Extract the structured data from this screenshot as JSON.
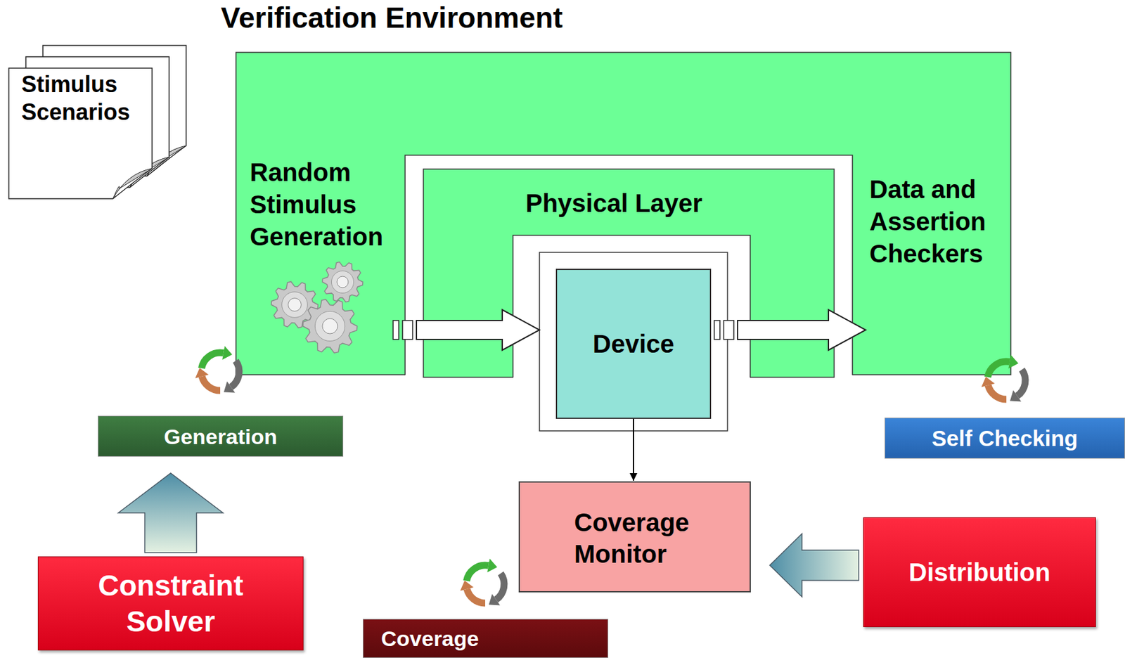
{
  "diagram": {
    "nodes": [
      {
        "text": [
          "Stimulus Scenarios"
        ]
      },
      {
        "text": [
          "Verification Environment",
          "Random Stimulus Generation",
          "Data and Assertion Checkers"
        ]
      },
      {
        "text": [
          "Physical Layer"
        ],
        "in": 1
      },
      {
        "text": [
          "Device"
        ],
        "in": 2
      },
      {
        "text": [
          "Generation"
        ]
      },
      {
        "text": [
          "Self Checking"
        ]
      },
      {
        "text": [
          "Coverage Monitor"
        ]
      },
      {
        "text": [
          "Constraint Solver"
        ]
      },
      {
        "text": [
          "Coverage"
        ]
      },
      {
        "text": [
          "Distribution"
        ]
      }
    ],
    "edges": [
      {
        "from": 1,
        "to": 3,
        "arrow": "to"
      },
      {
        "from": 3,
        "to": 1,
        "arrow": "to"
      },
      {
        "from": 3,
        "to": 6,
        "arrow": "to"
      },
      {
        "from": 7,
        "to": 4,
        "arrow": "to"
      },
      {
        "from": 9,
        "to": 6,
        "arrow": "to"
      }
    ]
  }
}
